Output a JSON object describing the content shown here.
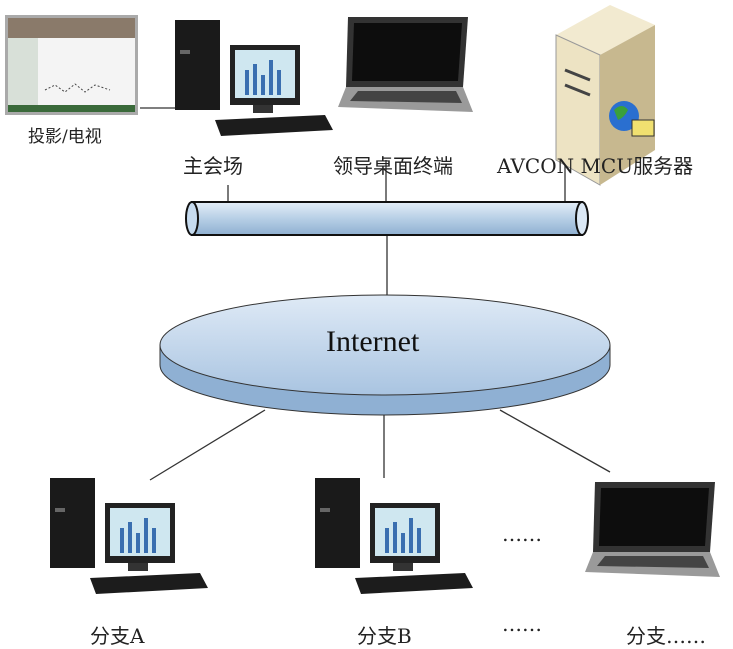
{
  "top_nodes": {
    "projector_label": "投影/电视",
    "main_site_label": "主会场",
    "leader_terminal_label": "领导桌面终端",
    "server_label": "AVCON MCU服务器"
  },
  "network": {
    "internet_label": "Internet"
  },
  "bottom_nodes": {
    "branch_a_label": "分支A",
    "branch_b_label": "分支B",
    "ellipsis_mid": "……",
    "ellipsis_label": "……",
    "branch_more_label": "分支……"
  },
  "colors": {
    "pipe": "#b9d2e8",
    "ellipse": "#c5d9ee",
    "line": "#333333"
  }
}
